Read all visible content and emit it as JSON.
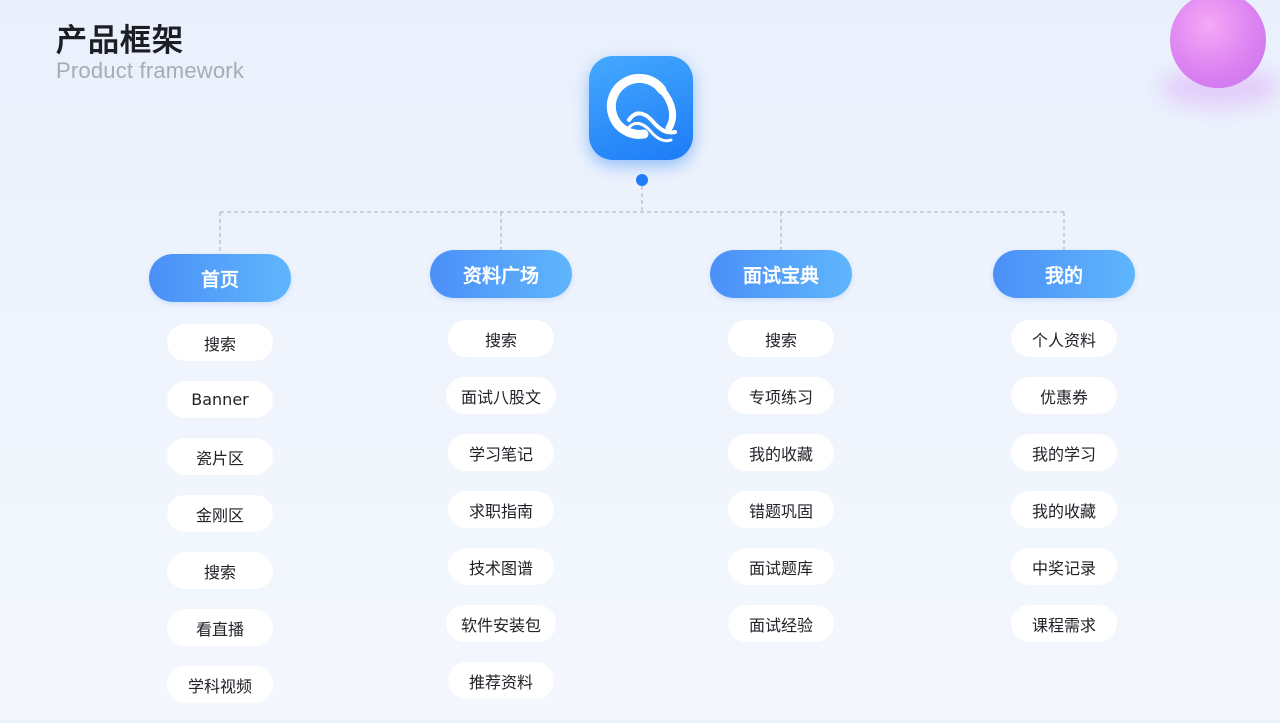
{
  "header": {
    "title": "产品框架",
    "subtitle": "Product framework"
  },
  "logo": {
    "icon": "app-logo-icon",
    "colors": [
      "#45a9ff",
      "#1d7bf6"
    ]
  },
  "colors": {
    "accent": "#1f7cf5",
    "category_gradient": [
      "#4b8ff8",
      "#5fb6fc"
    ],
    "orb": "#dc82f2",
    "connector": "#a8adb5"
  },
  "categories": [
    {
      "label": "首页",
      "items": [
        "搜索",
        "Banner",
        "瓷片区",
        "金刚区",
        "搜索",
        "看直播",
        "学科视频"
      ]
    },
    {
      "label": "资料广场",
      "items": [
        "搜索",
        "面试八股文",
        "学习笔记",
        "求职指南",
        "技术图谱",
        "软件安装包",
        "推荐资料"
      ]
    },
    {
      "label": "面试宝典",
      "items": [
        "搜索",
        "专项练习",
        "我的收藏",
        "错题巩固",
        "面试题库",
        "面试经验"
      ]
    },
    {
      "label": "我的",
      "items": [
        "个人资料",
        "优惠券",
        "我的学习",
        "我的收藏",
        "中奖记录",
        "课程需求"
      ]
    }
  ]
}
